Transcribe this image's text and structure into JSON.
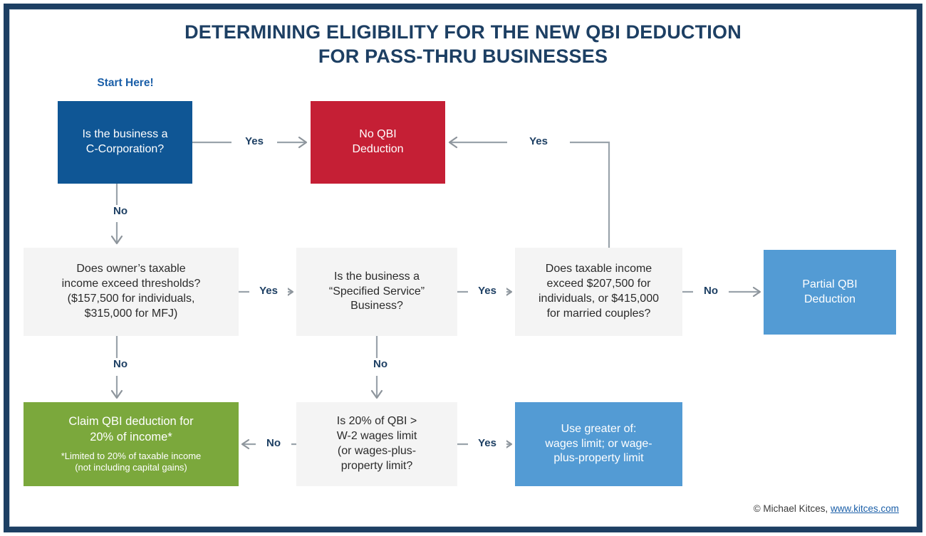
{
  "title": {
    "line1": "DETERMINING ELIGIBILITY FOR THE NEW QBI DEDUCTION",
    "line2": "FOR PASS-THRU BUSINESSES"
  },
  "start_label": "Start Here!",
  "colors": {
    "frame": "#1d3f63",
    "title": "#1d3f63",
    "start_blue": "#1b5fa8",
    "node_blue": "#0f5695",
    "node_red": "#c51f35",
    "node_grey": "#f4f4f4",
    "node_light_blue": "#539bd4",
    "node_green": "#7ba83c",
    "connector": "#9aa3ab",
    "label_navy": "#1d3f63"
  },
  "nodes": {
    "c_corp": {
      "text": "Is the business a C-Corporation?",
      "line1": "Is the business a",
      "line2": "C-Corporation?",
      "type": "decision",
      "color": "#0f5695"
    },
    "no_qbi": {
      "text": "No QBI Deduction",
      "line1": "No QBI",
      "line2": "Deduction",
      "type": "terminal",
      "color": "#c51f35"
    },
    "thresholds": {
      "line1": "Does owner’s taxable",
      "line2": "income exceed thresholds?",
      "line3": "($157,500 for individuals,",
      "line4": "$315,000 for MFJ)",
      "type": "decision",
      "color": "#f4f4f4"
    },
    "spec_service": {
      "line1": "Is the business a",
      "line2": "“Specified Service”",
      "line3": "Business?",
      "type": "decision",
      "color": "#f4f4f4"
    },
    "taxable_income": {
      "line1": "Does taxable income",
      "line2": "exceed $207,500 for",
      "line3": "individuals, or $415,000",
      "line4": "for married couples?",
      "type": "decision",
      "color": "#f4f4f4"
    },
    "partial_qbi": {
      "line1": "Partial QBI",
      "line2": "Deduction",
      "type": "terminal",
      "color": "#539bd4"
    },
    "claim_qbi": {
      "line1": "Claim QBI deduction for",
      "line2": "20% of income*",
      "footnote1": "*Limited to 20% of taxable income",
      "footnote2": "(not including capital gains)",
      "type": "terminal",
      "color": "#7ba83c"
    },
    "wage_limit": {
      "line1": "Is 20% of QBI >",
      "line2": "W-2 wages limit",
      "line3": "(or wages-plus-",
      "line4": "property limit?",
      "type": "decision",
      "color": "#f4f4f4"
    },
    "use_greater": {
      "line1": "Use greater of:",
      "line2": "wages limit; or wage-",
      "line3": "plus-property limit",
      "type": "terminal",
      "color": "#539bd4"
    }
  },
  "edges": {
    "c_corp_yes": "Yes",
    "c_corp_no": "No",
    "thresholds_yes": "Yes",
    "thresholds_no": "No",
    "spec_service_yes": "Yes",
    "spec_service_no": "No",
    "taxable_yes": "Yes",
    "taxable_no": "No",
    "wage_limit_yes": "Yes",
    "wage_limit_no": "No"
  },
  "footer": {
    "copyright": "© Michael Kitces,",
    "site": "www.kitces.com"
  }
}
